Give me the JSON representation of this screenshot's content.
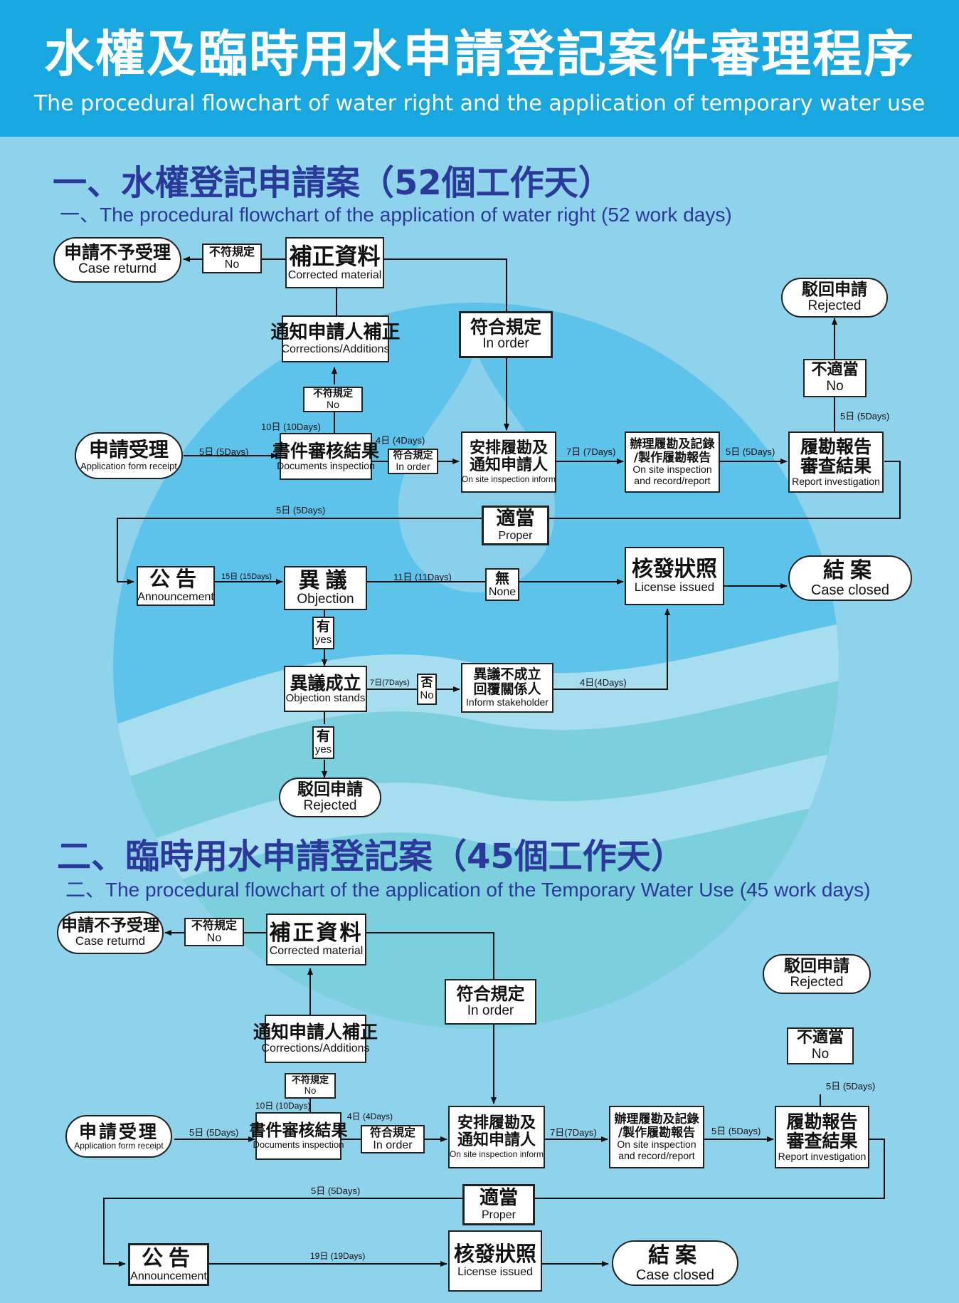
{
  "header": {
    "title": "水權及臨時用水申請登記案件審理程序",
    "subtitle": "The procedural flowchart of water right and the application of temporary water use"
  },
  "section1": {
    "heading_zh": "一、水權登記申請案（52個工作天）",
    "heading_en": "一、The procedural flowchart of the application of water right  (52 work days)",
    "nodes": {
      "case_return": {
        "zh": "申請不予受理",
        "en": "Case returnd"
      },
      "not_comply": {
        "zh": "不符規定",
        "en": "No"
      },
      "corrected": {
        "zh": "補正資料",
        "en": "Corrected material"
      },
      "notify_correct": {
        "zh": "通知申請人補正",
        "en": "Corrections/Additions"
      },
      "in_order_big": {
        "zh": "符合規定",
        "en": "In order"
      },
      "not_comply_small": {
        "zh": "不符規定",
        "en": "No"
      },
      "app_receipt": {
        "zh": "申請受理",
        "en": "Application form receipt"
      },
      "doc_inspect": {
        "zh": "書件審核結果",
        "en": "Documents  inspection"
      },
      "in_order_small": {
        "zh": "符合規定",
        "en": "In order"
      },
      "arrange": {
        "zh": "安排履勘及\n通知申請人",
        "en": "On site inspection inform"
      },
      "onsite_record": {
        "zh": "辦理履勘及記錄\n/製作履勘報告",
        "en": "On site inspection\nand record/report"
      },
      "report": {
        "zh": "履勘報告\n審查結果",
        "en": "Report investigation"
      },
      "not_proper": {
        "zh": "不適當",
        "en": "No"
      },
      "rejected_top": {
        "zh": "駁回申請",
        "en": "Rejected"
      },
      "proper": {
        "zh": "適當",
        "en": "Proper"
      },
      "announce": {
        "zh": "公告",
        "en": "Announcement"
      },
      "objection": {
        "zh": "異議",
        "en": "Objection"
      },
      "none": {
        "zh": "無",
        "en": "None"
      },
      "license": {
        "zh": "核發狀照",
        "en": "License issued"
      },
      "closed": {
        "zh": "結案",
        "en": "Case closed"
      },
      "yes1": {
        "zh": "有",
        "en": "yes"
      },
      "obj_stands": {
        "zh": "異議成立",
        "en": "Objection stands"
      },
      "no_fou": {
        "zh": "否",
        "en": "No"
      },
      "obj_fail": {
        "zh": "異議不成立\n回覆關係人",
        "en": "Inform stakeholder"
      },
      "yes2": {
        "zh": "有",
        "en": "yes"
      },
      "rejected_bottom": {
        "zh": "駁回申請",
        "en": "Rejected"
      }
    },
    "labels": {
      "d5_receipt": "5日 (5Days)",
      "d10": "10日 (10Days)",
      "d4": "4日 (4Days)",
      "d7": "7日 (7Days)",
      "d5_report": "5日 (5Days)",
      "d5_up": "5日 (5Days)",
      "d5_loop": "5日 (5Days)",
      "d15": "15日 (15Days)",
      "d11": "11日 (11Days)",
      "d7b": "7日(7Days)",
      "d4b": "4日(4Days)"
    }
  },
  "section2": {
    "heading_zh": "二、臨時用水申請登記案（45個工作天）",
    "heading_en": "二、The procedural flowchart of the application of the Temporary Water Use (45 work days)",
    "nodes": {
      "case_return": {
        "zh": "申請不予受理",
        "en": "Case returnd"
      },
      "not_comply": {
        "zh": "不符規定",
        "en": "No"
      },
      "corrected": {
        "zh": "補正資料",
        "en": "Corrected material"
      },
      "notify_correct": {
        "zh": "通知申請人補正",
        "en": "Corrections/Additions"
      },
      "in_order_big": {
        "zh": "符合規定",
        "en": "In order"
      },
      "not_comply_small": {
        "zh": "不符規定",
        "en": "No"
      },
      "app_receipt": {
        "zh": "申請受理",
        "en": "Application form receipt"
      },
      "doc_inspect": {
        "zh": "書件審核結果",
        "en": "Documents  inspection"
      },
      "in_order_small": {
        "zh": "符合規定",
        "en": "In order"
      },
      "arrange": {
        "zh": "安排履勘及\n通知申請人",
        "en": "On site inspection inform"
      },
      "onsite_record": {
        "zh": "辦理履勘及記錄\n/製作履勘報告",
        "en": "On site inspection\nand record/report"
      },
      "report": {
        "zh": "履勘報告\n審查結果",
        "en": "Report investigation"
      },
      "not_proper": {
        "zh": "不適當",
        "en": "No"
      },
      "rejected_top": {
        "zh": "駁回申請",
        "en": "Rejected"
      },
      "proper": {
        "zh": "適當",
        "en": "Proper"
      },
      "announce": {
        "zh": "公告",
        "en": "Announcement"
      },
      "license": {
        "zh": "核發狀照",
        "en": "License issued"
      },
      "closed": {
        "zh": "結案",
        "en": "Case closed"
      }
    },
    "labels": {
      "d5_receipt": "5日 (5Days)",
      "d10": "10日 (10Days)",
      "d4": "4日 (4Days)",
      "d7": "7日(7Days)",
      "d5_report": "5日 (5Days)",
      "d5_up": "5日 (5Days)",
      "d5_loop": "5日 (5Days)",
      "d19": "19日 (19Days)"
    }
  }
}
